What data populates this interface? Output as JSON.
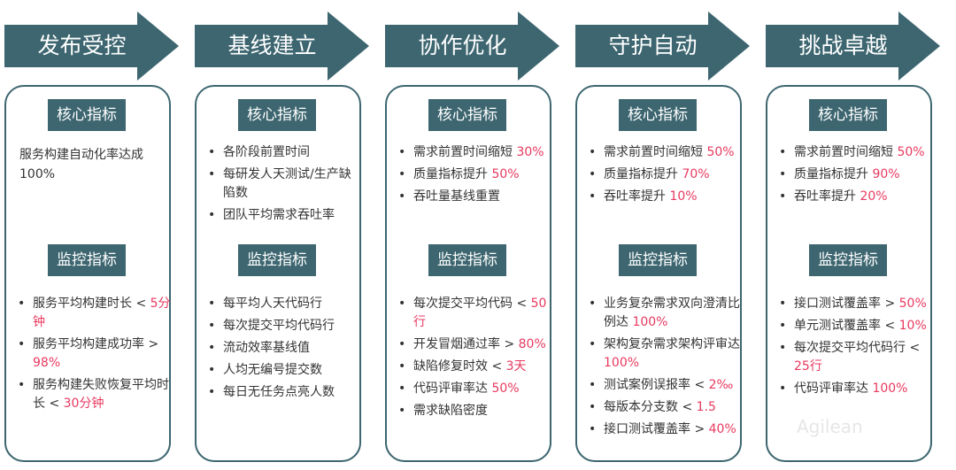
{
  "stages": [
    {
      "title": "发布受控",
      "core_label": "核心指标",
      "core_plain": "服务构建自动化率达成 100%",
      "core": [],
      "monitor_label": "监控指标",
      "monitor": [
        {
          "text": "服务平均构建时长 < ",
          "hl": "5分钟"
        },
        {
          "text": "服务平均构建成功率 > ",
          "hl": "98%"
        },
        {
          "text": "服务构建失败恢复平均时长 < ",
          "hl": "30分钟"
        }
      ]
    },
    {
      "title": "基线建立",
      "core_label": "核心指标",
      "core_plain": "",
      "core": [
        {
          "text": "各阶段前置时间",
          "hl": ""
        },
        {
          "text": "每研发人天测试/生产缺陷数",
          "hl": ""
        },
        {
          "text": "团队平均需求吞吐率",
          "hl": ""
        }
      ],
      "monitor_label": "监控指标",
      "monitor": [
        {
          "text": "每平均人天代码行",
          "hl": ""
        },
        {
          "text": "每次提交平均代码行",
          "hl": ""
        },
        {
          "text": "流动效率基线值",
          "hl": ""
        },
        {
          "text": "人均无编号提交数",
          "hl": ""
        },
        {
          "text": "每日无任务点亮人数",
          "hl": ""
        }
      ]
    },
    {
      "title": "协作优化",
      "core_label": "核心指标",
      "core_plain": "",
      "core": [
        {
          "text": "需求前置时间缩短 ",
          "hl": "30%"
        },
        {
          "text": "质量指标提升 ",
          "hl": "50%"
        },
        {
          "text": "吞吐量基线重置",
          "hl": ""
        }
      ],
      "monitor_label": "监控指标",
      "monitor": [
        {
          "text": "每次提交平均代码 < ",
          "hl": "50行"
        },
        {
          "text": "开发冒烟通过率 > ",
          "hl": "80%"
        },
        {
          "text": "缺陷修复时效 < ",
          "hl": "3天"
        },
        {
          "text": "代码评审率达 ",
          "hl": "50%"
        },
        {
          "text": "需求缺陷密度",
          "hl": ""
        }
      ]
    },
    {
      "title": "守护自动",
      "core_label": "核心指标",
      "core_plain": "",
      "core": [
        {
          "text": "需求前置时间缩短 ",
          "hl": "50%"
        },
        {
          "text": "质量指标提升 ",
          "hl": "70%"
        },
        {
          "text": "吞吐率提升 ",
          "hl": "10%"
        }
      ],
      "monitor_label": "监控指标",
      "monitor": [
        {
          "text": "业务复杂需求双向澄清比例达 ",
          "hl": "100%"
        },
        {
          "text": "架构复杂需求架构评审达 ",
          "hl": "100%"
        },
        {
          "text": "测试案例误报率 < ",
          "hl": "2‰"
        },
        {
          "text": "每版本分支数 < ",
          "hl": "1.5"
        },
        {
          "text": "接口测试覆盖率 > ",
          "hl": "40%"
        }
      ]
    },
    {
      "title": "挑战卓越",
      "core_label": "核心指标",
      "core_plain": "",
      "core": [
        {
          "text": "需求前置时间缩短 ",
          "hl": "50%"
        },
        {
          "text": "质量指标提升 ",
          "hl": "90%"
        },
        {
          "text": "吞吐率提升 ",
          "hl": "20%"
        }
      ],
      "monitor_label": "监控指标",
      "monitor": [
        {
          "text": "接口测试覆盖率 > ",
          "hl": "50%"
        },
        {
          "text": "单元测试覆盖率 < ",
          "hl": "10%"
        },
        {
          "text": "每次提交平均代码行 < ",
          "hl": "25行"
        },
        {
          "text": "代码评审率达 ",
          "hl": "100%"
        }
      ]
    }
  ],
  "watermark": "Agilean",
  "colors": {
    "accent": "#3d6670",
    "highlight": "#e8395f"
  }
}
